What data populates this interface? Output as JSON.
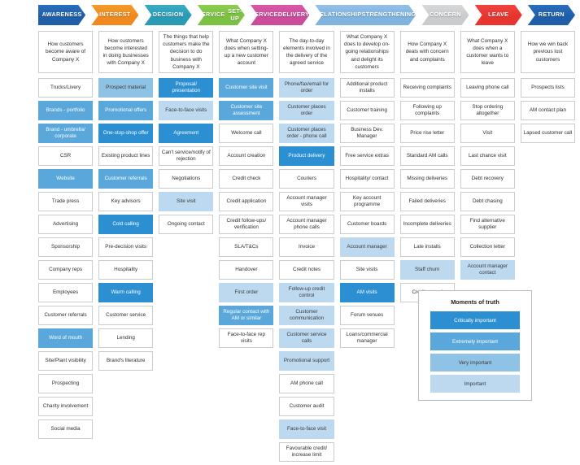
{
  "stages": [
    {
      "label": "AWARENESS",
      "color": "#1f5fa9",
      "color2": "#2a6fbd"
    },
    {
      "label": "INTEREST",
      "color": "#f08a1e",
      "color2": "#f39c2c"
    },
    {
      "label": "DECISION",
      "color": "#2a9bb5",
      "color2": "#3aacc4"
    },
    {
      "label": "SERVICE\nSET-UP",
      "color": "#7cc242",
      "color2": "#8bcd52"
    },
    {
      "label": "SERVICE\nDELIVERY",
      "color": "#cc4b9b",
      "color2": "#d85aa8"
    },
    {
      "label": "RELATIONSHIP\nSTRENGTHENING",
      "color": "#7fb3e0",
      "color2": "#93c0e8"
    },
    {
      "label": "CONCERN",
      "color": "#c9cbcd",
      "color2": "#d6d8da"
    },
    {
      "label": "LEAVE",
      "color": "#e8342f",
      "color2": "#f0443e"
    },
    {
      "label": "RETURN",
      "color": "#1f5fa9",
      "color2": "#2a6fbd"
    }
  ],
  "descriptions": [
    "How customers become aware of Company X",
    "How customers become interested in doing businesses with Company X",
    "The things that help customers make the decision to do business with Company X",
    "What Company X does when setting-up a new customer account",
    "The day-to-day elements involved in the delivery of the agreed service",
    "What Company X does to develop on-going relationships and delight its customers",
    "How Company X deals with concern and complaints",
    "What Company X does when a customer wants to leave",
    "How we win back previous lost customers"
  ],
  "columns": [
    {
      "stage": "AWARENESS",
      "cells": [
        {
          "label": "Trucks/Livery",
          "level": 0
        },
        {
          "label": "Brands - portfolio",
          "level": 2
        },
        {
          "label": "Brand - umbrella/ corporate",
          "level": 2
        },
        {
          "label": "CSR",
          "level": 0
        },
        {
          "label": "Website",
          "level": 2
        },
        {
          "label": "Trade press",
          "level": 0
        },
        {
          "label": "Advertising",
          "level": 0
        },
        {
          "label": "Sponsorship",
          "level": 0
        },
        {
          "label": "Company reps",
          "level": 0
        },
        {
          "label": "Employees",
          "level": 0
        },
        {
          "label": "Customer referrals",
          "level": 0
        },
        {
          "label": "Word of mouth",
          "level": 2
        },
        {
          "label": "Site/Plant visibility",
          "level": 0
        },
        {
          "label": "Prospecting",
          "level": 0
        },
        {
          "label": "Charity involvement",
          "level": 0
        },
        {
          "label": "Social media",
          "level": 0
        }
      ]
    },
    {
      "stage": "INTEREST",
      "cells": [
        {
          "label": "Prospect material",
          "level": 3
        },
        {
          "label": "Promotional offers",
          "level": 2
        },
        {
          "label": "One-stop-shop offer",
          "level": 1
        },
        {
          "label": "Existing product lines",
          "level": 0
        },
        {
          "label": "Customer referrals",
          "level": 2
        },
        {
          "label": "Key advisors",
          "level": 0
        },
        {
          "label": "Cold calling",
          "level": 1
        },
        {
          "label": "Pre-decision visits",
          "level": 0
        },
        {
          "label": "Hospitality",
          "level": 0
        },
        {
          "label": "Warm calling",
          "level": 1
        },
        {
          "label": "Customer service",
          "level": 0
        },
        {
          "label": "Lending",
          "level": 0
        },
        {
          "label": "Brand's literature",
          "level": 0
        }
      ]
    },
    {
      "stage": "DECISION",
      "cells": [
        {
          "label": "Proposal/ presentation",
          "level": 1
        },
        {
          "label": "Face-to-face visits",
          "level": 4
        },
        {
          "label": "Agreement",
          "level": 1
        },
        {
          "label": "Can't service/notify of rejection",
          "level": 0
        },
        {
          "label": "Negotiations",
          "level": 0
        },
        {
          "label": "Site visit",
          "level": 4
        },
        {
          "label": "Ongoing contact",
          "level": 0
        }
      ]
    },
    {
      "stage": "SERVICE SET-UP",
      "cells": [
        {
          "label": "Customer site visit",
          "level": 2
        },
        {
          "label": "Customer site assessment",
          "level": 2
        },
        {
          "label": "Welcome call",
          "level": 0
        },
        {
          "label": "Account creation",
          "level": 0
        },
        {
          "label": "Credit check",
          "level": 0
        },
        {
          "label": "Credit application",
          "level": 0
        },
        {
          "label": "Credit follow-ups/ verification",
          "level": 0
        },
        {
          "label": "SLA/T&Cs",
          "level": 0
        },
        {
          "label": "Handover",
          "level": 0
        },
        {
          "label": "First order",
          "level": 4
        },
        {
          "label": "Regular contact with AM or similar",
          "level": 2
        },
        {
          "label": "Face-to-face rep visits",
          "level": 0
        }
      ]
    },
    {
      "stage": "SERVICE DELIVERY",
      "cells": [
        {
          "label": "Phone/fax/email for order",
          "level": 4
        },
        {
          "label": "Customer places order",
          "level": 4
        },
        {
          "label": "Customer places order - phone call",
          "level": 4
        },
        {
          "label": "Product delivery",
          "level": 1
        },
        {
          "label": "Couriers",
          "level": 0
        },
        {
          "label": "Account manager visits",
          "level": 0
        },
        {
          "label": "Account manager phone calls",
          "level": 0
        },
        {
          "label": "Invoice",
          "level": 0
        },
        {
          "label": "Credit notes",
          "level": 0
        },
        {
          "label": "Follow-up credit control",
          "level": 4
        },
        {
          "label": "Customer communication",
          "level": 4
        },
        {
          "label": "Customer service calls",
          "level": 4
        },
        {
          "label": "Promotional support",
          "level": 4
        },
        {
          "label": "AM phone call",
          "level": 0
        },
        {
          "label": "Customer audit",
          "level": 0
        },
        {
          "label": "Face-to-face visit",
          "level": 4
        },
        {
          "label": "Favourable credit/ increase limit",
          "level": 0
        }
      ]
    },
    {
      "stage": "RELATIONSHIP STRENGTHENING",
      "cells": [
        {
          "label": "Additional product installs",
          "level": 0
        },
        {
          "label": "Customer training",
          "level": 0
        },
        {
          "label": "Business Dev. Manager",
          "level": 0
        },
        {
          "label": "Free service extras",
          "level": 0
        },
        {
          "label": "Hospitality/ contact",
          "level": 0
        },
        {
          "label": "Key account programme",
          "level": 0
        },
        {
          "label": "Customer boards",
          "level": 0
        },
        {
          "label": "Account manager",
          "level": 4
        },
        {
          "label": "Site visits",
          "level": 0
        },
        {
          "label": "AM visits",
          "level": 1
        },
        {
          "label": "Forum venues",
          "level": 0
        },
        {
          "label": "Loans/commercial manager",
          "level": 0
        }
      ]
    },
    {
      "stage": "CONCERN",
      "cells": [
        {
          "label": "Receiving complaints",
          "level": 0
        },
        {
          "label": "Following up complaints",
          "level": 0
        },
        {
          "label": "Price rise letter",
          "level": 0
        },
        {
          "label": "Standard AM calls",
          "level": 0
        },
        {
          "label": "Missing deliveries",
          "level": 0
        },
        {
          "label": "Failed deliveries",
          "level": 0
        },
        {
          "label": "Incomplete deliveries",
          "level": 0
        },
        {
          "label": "Late installs",
          "level": 0
        },
        {
          "label": "Staff churn",
          "level": 4
        },
        {
          "label": "Credit control",
          "level": 0
        }
      ]
    },
    {
      "stage": "LEAVE",
      "cells": [
        {
          "label": "Leaving phone call",
          "level": 0
        },
        {
          "label": "Stop ordering altogether",
          "level": 0
        },
        {
          "label": "Visit",
          "level": 0
        },
        {
          "label": "Last chance visit",
          "level": 0
        },
        {
          "label": "Debt recovery",
          "level": 0
        },
        {
          "label": "Debt chasing",
          "level": 0
        },
        {
          "label": "Find alternative supplier",
          "level": 0
        },
        {
          "label": "Collection letter",
          "level": 0
        },
        {
          "label": "Account manager contact",
          "level": 4
        }
      ]
    },
    {
      "stage": "RETURN",
      "cells": [
        {
          "label": "Prospects lists",
          "level": 0
        },
        {
          "label": "AM contact plan",
          "level": 0
        },
        {
          "label": "Lapsed customer call",
          "level": 0
        }
      ]
    }
  ],
  "legend": {
    "title": "Moments of truth",
    "items": [
      {
        "label": "Critically important",
        "level": 1,
        "color": "#2b8fd1"
      },
      {
        "label": "Extremely important",
        "level": 2,
        "color": "#5aa8db"
      },
      {
        "label": "Very important",
        "level": 3,
        "color": "#8fc3e6"
      },
      {
        "label": "Important",
        "level": 4,
        "color": "#bcd9ef"
      }
    ]
  }
}
